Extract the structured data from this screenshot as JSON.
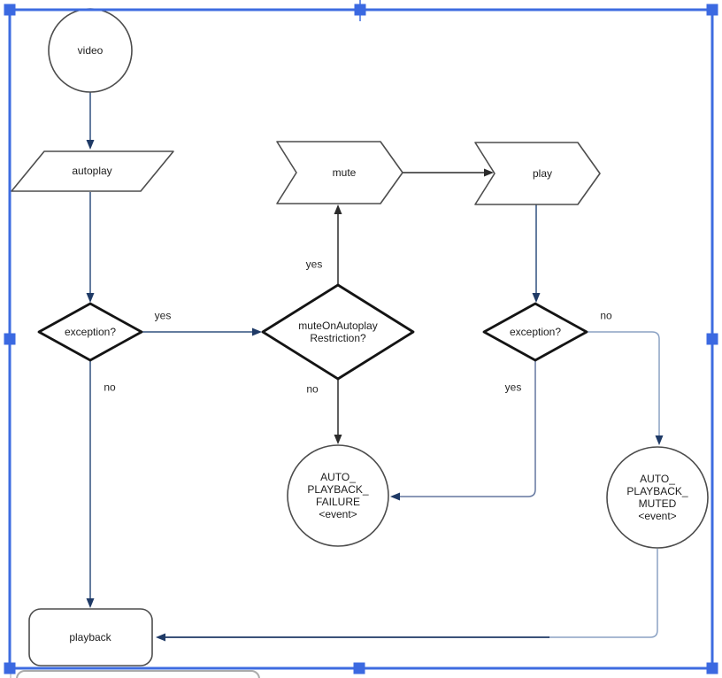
{
  "selection": {
    "border_color": "#3e6ce0",
    "handle_color": "#3b69e1"
  },
  "colors": {
    "shape_stroke": "#4d4d4d",
    "decision_stroke": "#141414",
    "connector_blue": "#31507f",
    "connector_light": "#8ba2c4",
    "connector_medium": "#64779f",
    "connector_black": "#2b2b2b",
    "arrow_fill": "#1f3a66"
  },
  "nodes": {
    "video": {
      "shape": "circle",
      "label": "video"
    },
    "autoplay": {
      "shape": "parallelogram",
      "label": "autoplay"
    },
    "exception_left": {
      "shape": "decision",
      "label": "exception?"
    },
    "mute_restriction": {
      "shape": "decision",
      "label": "muteOnAutoplay\nRestriction?"
    },
    "exception_right": {
      "shape": "decision",
      "label": "exception?"
    },
    "mute": {
      "shape": "arrow-step",
      "label": "mute"
    },
    "play": {
      "shape": "arrow-step",
      "label": "play"
    },
    "failure_event": {
      "shape": "event-circle",
      "label": "AUTO_\nPLAYBACK_\nFAILURE\n<event>"
    },
    "muted_event": {
      "shape": "event-circle",
      "label": "AUTO_\nPLAYBACK_\nMUTED\n<event>"
    },
    "playback": {
      "shape": "rounded-rect",
      "label": "playback"
    }
  },
  "edge_labels": {
    "exception_left_yes": "yes",
    "exception_left_no": "no",
    "mute_restriction_yes": "yes",
    "mute_restriction_no": "no",
    "exception_right_no": "no",
    "exception_right_yes": "yes"
  }
}
